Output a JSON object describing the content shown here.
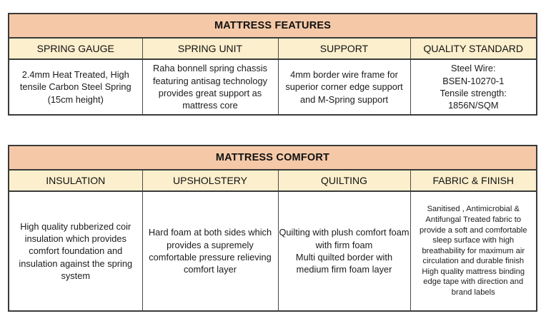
{
  "colors": {
    "title_band": "#F5C9A8",
    "header_band": "#FCEFCD",
    "body_background": "#FFFFFF",
    "border": "#3A3A3A",
    "text": "#1B1B1B"
  },
  "tables": [
    {
      "id": "mattress-features",
      "title": "MATTRESS FEATURES",
      "columns": [
        "SPRING GAUGE",
        "SPRING UNIT",
        "SUPPORT",
        "QUALITY STANDARD"
      ],
      "rows": [
        [
          "2.4mm Heat Treated, High tensile Carbon Steel Spring (15cm height)",
          "Raha bonnell spring chassis featuring antisag technology provides great support as mattress core",
          "4mm border wire frame for superior corner edge support  and M-Spring support",
          "Steel Wire:\nBSEN-10270-1\nTensile strength:\n1856N/SQM"
        ]
      ]
    },
    {
      "id": "mattress-comfort",
      "title": "MATTRESS COMFORT",
      "columns": [
        "INSULATION",
        "UPSHOLSTERY",
        "QUILTING",
        "FABRIC & FINISH"
      ],
      "rows": [
        [
          "High quality rubberized coir insulation which provides comfort foundation and insulation against the spring system",
          "Hard foam at both sides which provides a supremely comfortable pressure relieving comfort layer",
          "Quilting with plush comfort foam with firm foam\nMulti quilted border with medium firm foam layer",
          "Sanitised , Antimicrobial & Antifungal Treated fabric to provide a soft and comfortable sleep surface with high breathability for maximum air circulation and durable finish High quality mattress binding edge tape with direction and brand labels"
        ]
      ]
    }
  ]
}
